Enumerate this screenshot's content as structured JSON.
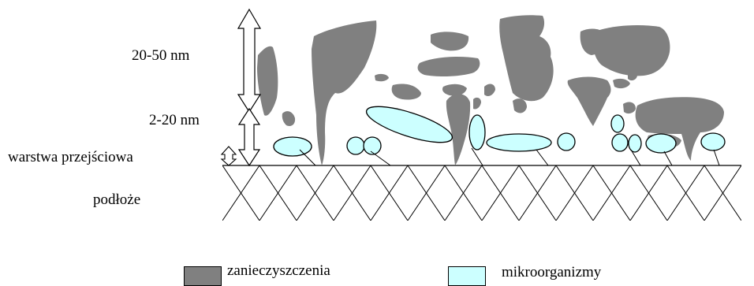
{
  "labels": {
    "top_layer": "20-50 nm",
    "middle_layer": "2-20 nm",
    "transition_layer": "warstwa przejściowa",
    "substrate": "podłoże"
  },
  "legend": {
    "contaminants": "zanieczyszczenia",
    "microorganisms": "mikroorganizmy"
  },
  "colors": {
    "contaminants": "#808080",
    "microorganisms": "#ccffff",
    "line": "#000000"
  }
}
